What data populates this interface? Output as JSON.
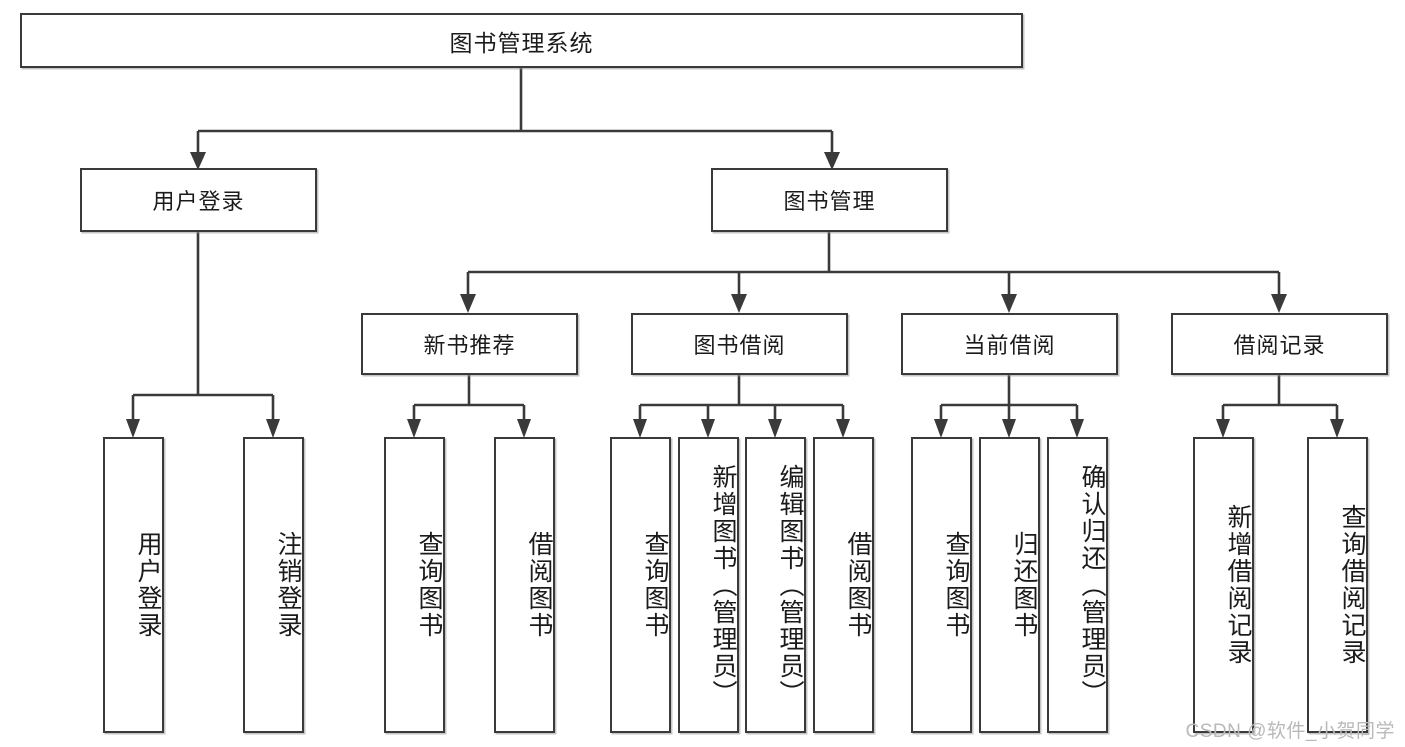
{
  "diagram": {
    "type": "tree-hierarchy-chart",
    "title": "图书管理系统",
    "orientation": "top-down",
    "colors": {
      "box_border": "#3a3a3a",
      "box_fill": "#ffffff",
      "connector": "#333333",
      "text": "#1b1b1b",
      "watermark": "#b9b9b9",
      "background": "#ffffff"
    },
    "nodes": {
      "root": {
        "id": "root",
        "label": "图书管理系统",
        "level": 1,
        "orientation": "horizontal"
      },
      "level2": [
        {
          "id": "user-login",
          "label": "用户登录",
          "level": 2,
          "orientation": "horizontal"
        },
        {
          "id": "book-management",
          "label": "图书管理",
          "level": 2,
          "orientation": "horizontal"
        }
      ],
      "level3": [
        {
          "id": "new-book-recommend",
          "label": "新书推荐",
          "level": 3,
          "orientation": "horizontal",
          "parent": "book-management"
        },
        {
          "id": "book-borrow",
          "label": "图书借阅",
          "level": 3,
          "orientation": "horizontal",
          "parent": "book-management"
        },
        {
          "id": "current-borrow",
          "label": "当前借阅",
          "level": 3,
          "orientation": "horizontal",
          "parent": "book-management"
        },
        {
          "id": "borrow-record",
          "label": "借阅记录",
          "level": 3,
          "orientation": "horizontal",
          "parent": "book-management"
        }
      ],
      "leaves": [
        {
          "id": "leaf-user-login",
          "label": "用户登录",
          "parent": "user-login"
        },
        {
          "id": "leaf-logout",
          "label": "注销登录",
          "parent": "user-login"
        },
        {
          "id": "leaf-query-book-1",
          "label": "查询图书",
          "parent": "new-book-recommend"
        },
        {
          "id": "leaf-borrow-book-1",
          "label": "借阅图书",
          "parent": "new-book-recommend"
        },
        {
          "id": "leaf-query-book-2",
          "label": "查询图书",
          "parent": "book-borrow"
        },
        {
          "id": "leaf-add-book",
          "label": "新增图书（管理员）",
          "parent": "book-borrow"
        },
        {
          "id": "leaf-edit-book",
          "label": "编辑图书（管理员）",
          "parent": "book-borrow"
        },
        {
          "id": "leaf-borrow-book-2",
          "label": "借阅图书",
          "parent": "book-borrow"
        },
        {
          "id": "leaf-query-book-3",
          "label": "查询图书",
          "parent": "current-borrow"
        },
        {
          "id": "leaf-return-book",
          "label": "归还图书",
          "parent": "current-borrow"
        },
        {
          "id": "leaf-confirm-return",
          "label": "确认归还（管理员）",
          "parent": "current-borrow"
        },
        {
          "id": "leaf-add-record",
          "label": "新增借阅记录",
          "parent": "borrow-record"
        },
        {
          "id": "leaf-query-record",
          "label": "查询借阅记录",
          "parent": "borrow-record"
        }
      ]
    }
  },
  "watermark": {
    "text": "CSDN @软件_小贺同学"
  }
}
